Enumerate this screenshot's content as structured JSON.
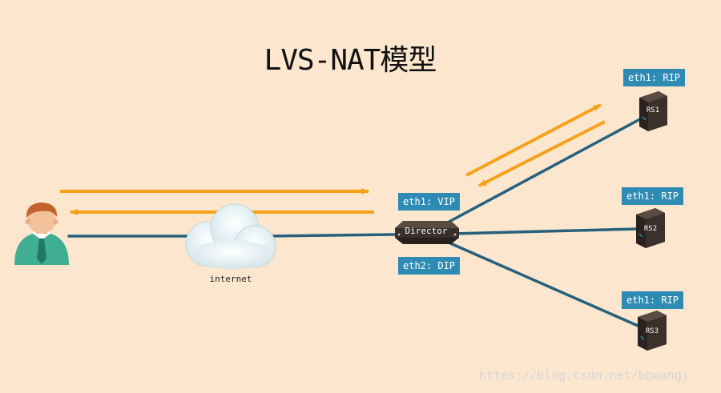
{
  "title": "LVS-NAT模型",
  "client": {
    "icon": "user-icon"
  },
  "cloud": {
    "label": "internet",
    "icon": "cloud-icon"
  },
  "director": {
    "label": "Director",
    "icon": "server-icon"
  },
  "tags": {
    "director_vip": "eth1: VIP",
    "director_dip": "eth2: DIP",
    "rs1": "eth1: RIP",
    "rs2": "eth1: RIP",
    "rs3": "eth1: RIP"
  },
  "servers": [
    {
      "label": "RS1"
    },
    {
      "label": "RS2"
    },
    {
      "label": "RS3"
    }
  ],
  "watermark": "https://blog.csdn.net/bbwangj",
  "colors": {
    "background": "#FCE6CE",
    "line": "#26607D",
    "arrow": "#F5A21A",
    "tag": "#2E8CB4"
  }
}
